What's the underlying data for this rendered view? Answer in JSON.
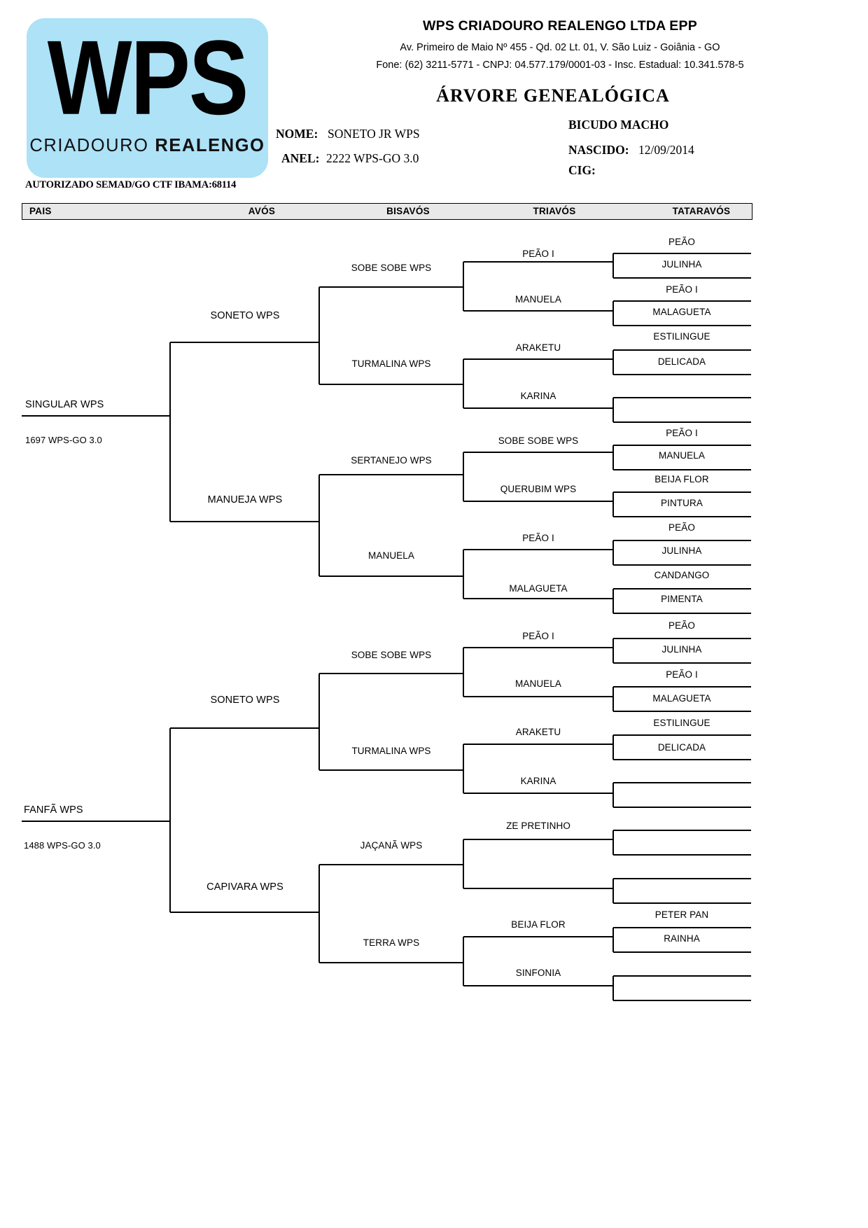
{
  "logo": {
    "mark": "WPS",
    "sub_light": "CRIADOURO ",
    "sub_bold": "REALENGO",
    "bg_color": "#ade2f7"
  },
  "header": {
    "company": "WPS CRIADOURO REALENGO LTDA EPP",
    "address_line1": "Av. Primeiro de Maio Nº 455 - Qd. 02 Lt. 01, V. São Luiz  - Goiânia - GO",
    "address_line2": "Fone: (62) 3211-5771  -  CNPJ: 04.577.179/0001-03  -  Insc. Estadual: 10.341.578-5",
    "title": "ÁRVORE  GENEALÓGICA",
    "nome_label": "NOME:",
    "nome_value": "SONETO JR WPS",
    "anel_label": "ANEL:",
    "anel_value": "2222 WPS-GO 3.0",
    "species_sex": "BICUDO MACHO",
    "nascido_label": "NASCIDO:",
    "nascido_value": "12/09/2014",
    "cig_label": "CIG:",
    "cig_value": "",
    "authorization": "AUTORIZADO SEMAD/GO CTF IBAMA:68114"
  },
  "columns": {
    "pais": "PAIS",
    "avos": "AVÓS",
    "bisavos": "BISAVÓS",
    "triavos": "TRIAVÓS",
    "tataravos": "TATARAVÓS"
  },
  "tree": {
    "pais": [
      {
        "name": "SINGULAR WPS",
        "ring": "1697 WPS-GO 3.0"
      },
      {
        "name": "FANFÃ WPS",
        "ring": "1488 WPS-GO 3.0"
      }
    ],
    "avos": [
      "SONETO WPS",
      "MANUEJA WPS",
      "SONETO WPS",
      "CAPIVARA WPS"
    ],
    "bisavos": [
      "SOBE SOBE WPS",
      "TURMALINA WPS",
      "SERTANEJO WPS",
      "MANUELA",
      "SOBE SOBE WPS",
      "TURMALINA WPS",
      "JAÇANÃ WPS",
      "TERRA WPS"
    ],
    "triavos": [
      "PEÃO I",
      "MANUELA",
      "ARAKETU",
      "KARINA",
      "SOBE SOBE WPS",
      "QUERUBIM WPS",
      "PEÃO I",
      "MALAGUETA",
      "PEÃO I",
      "MANUELA",
      "ARAKETU",
      "KARINA",
      "ZE PRETINHO",
      "",
      "BEIJA FLOR",
      "SINFONIA"
    ],
    "tataravos": [
      "PEÃO",
      "JULINHA",
      "PEÃO I",
      "MALAGUETA",
      "ESTILINGUE",
      "DELICADA",
      "",
      "",
      "PEÃO I",
      "MANUELA",
      "BEIJA FLOR",
      "PINTURA",
      "PEÃO",
      "JULINHA",
      "CANDANGO",
      "PIMENTA",
      "PEÃO",
      "JULINHA",
      "PEÃO I",
      "MALAGUETA",
      "ESTILINGUE",
      "DELICADA",
      "",
      "",
      "",
      "",
      "",
      "",
      "PETER PAN",
      "RAINHA",
      "",
      ""
    ]
  }
}
